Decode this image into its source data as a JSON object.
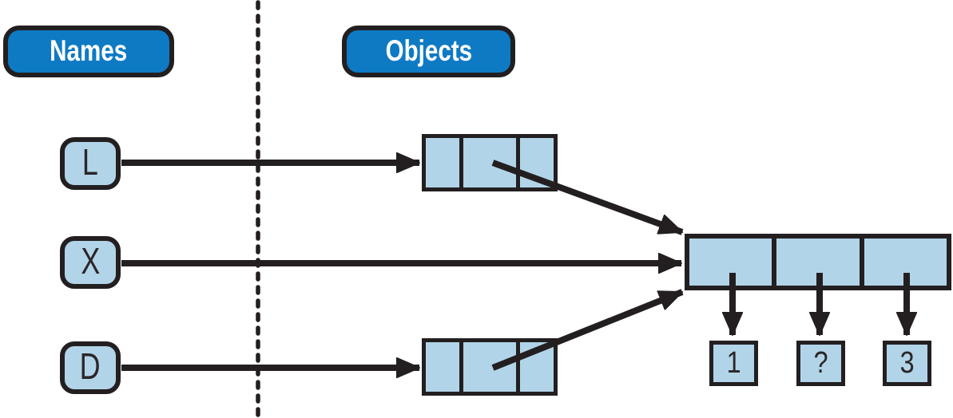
{
  "colors": {
    "badge_blue": "#0e7ac4",
    "cell_blue": "#b2d4e9",
    "line_black": "#231f20",
    "text_white": "#ffffff"
  },
  "headers": {
    "names_label": "Names",
    "objects_label": "Objects"
  },
  "name_nodes": [
    {
      "label": "L",
      "points_to": "top_list"
    },
    {
      "label": "X",
      "points_to": "shared_list"
    },
    {
      "label": "D",
      "points_to": "bottom_list"
    }
  ],
  "object_nodes": {
    "top_list": {
      "cell_count": 3,
      "middle_cell_points_to": "shared_list"
    },
    "bottom_list": {
      "cell_count": 3,
      "middle_cell_points_to": "shared_list"
    },
    "shared_list": {
      "cell_count": 3,
      "cells_point_to_values": [
        "1",
        "?",
        "3"
      ]
    }
  },
  "value_boxes": [
    {
      "value": "1"
    },
    {
      "value": "?"
    },
    {
      "value": "3"
    }
  ]
}
